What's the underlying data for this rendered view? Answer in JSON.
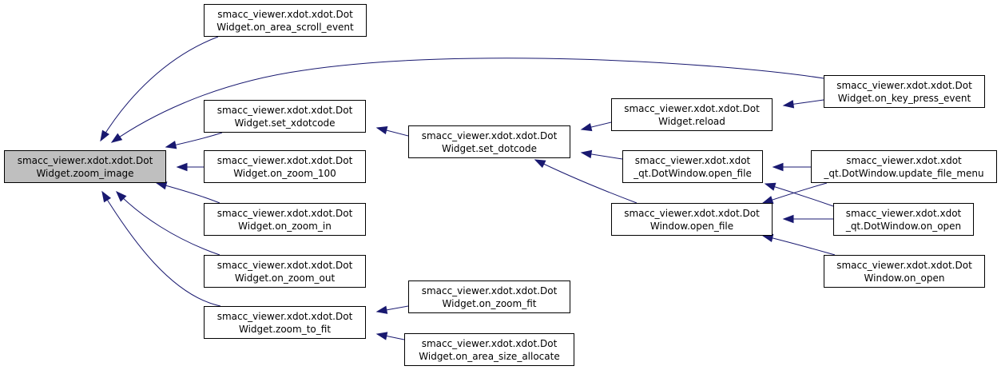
{
  "colors": {
    "edge": "#191970",
    "root_fill": "#bfbfbf",
    "node_fill": "#ffffff"
  },
  "nodes": {
    "zoom_image": [
      "smacc_viewer.xdot.xdot.Dot",
      "Widget.zoom_image"
    ],
    "on_area_scroll_event": [
      "smacc_viewer.xdot.xdot.Dot",
      "Widget.on_area_scroll_event"
    ],
    "set_xdotcode": [
      "smacc_viewer.xdot.xdot.Dot",
      "Widget.set_xdotcode"
    ],
    "on_zoom_100": [
      "smacc_viewer.xdot.xdot.Dot",
      "Widget.on_zoom_100"
    ],
    "on_zoom_in": [
      "smacc_viewer.xdot.xdot.Dot",
      "Widget.on_zoom_in"
    ],
    "on_zoom_out": [
      "smacc_viewer.xdot.xdot.Dot",
      "Widget.on_zoom_out"
    ],
    "zoom_to_fit": [
      "smacc_viewer.xdot.xdot.Dot",
      "Widget.zoom_to_fit"
    ],
    "set_dotcode": [
      "smacc_viewer.xdot.xdot.Dot",
      "Widget.set_dotcode"
    ],
    "on_zoom_fit": [
      "smacc_viewer.xdot.xdot.Dot",
      "Widget.on_zoom_fit"
    ],
    "on_area_size_allocate": [
      "smacc_viewer.xdot.xdot.Dot",
      "Widget.on_area_size_allocate"
    ],
    "reload": [
      "smacc_viewer.xdot.xdot.Dot",
      "Widget.reload"
    ],
    "qt_open_file": [
      "smacc_viewer.xdot.xdot",
      "_qt.DotWindow.open_file"
    ],
    "window_open_file": [
      "smacc_viewer.xdot.xdot.Dot",
      "Window.open_file"
    ],
    "on_key_press_event": [
      "smacc_viewer.xdot.xdot.Dot",
      "Widget.on_key_press_event"
    ],
    "update_file_menu": [
      "smacc_viewer.xdot.xdot",
      "_qt.DotWindow.update_file_menu"
    ],
    "qt_on_open": [
      "smacc_viewer.xdot.xdot",
      "_qt.DotWindow.on_open"
    ],
    "window_on_open": [
      "smacc_viewer.xdot.xdot.Dot",
      "Window.on_open"
    ]
  },
  "edges": [
    [
      "on_area_scroll_event",
      "zoom_image"
    ],
    [
      "on_key_press_event",
      "zoom_image"
    ],
    [
      "set_xdotcode",
      "zoom_image"
    ],
    [
      "on_zoom_100",
      "zoom_image"
    ],
    [
      "on_zoom_in",
      "zoom_image"
    ],
    [
      "on_zoom_out",
      "zoom_image"
    ],
    [
      "zoom_to_fit",
      "zoom_image"
    ],
    [
      "set_dotcode",
      "set_xdotcode"
    ],
    [
      "on_zoom_fit",
      "zoom_to_fit"
    ],
    [
      "on_area_size_allocate",
      "zoom_to_fit"
    ],
    [
      "reload",
      "set_dotcode"
    ],
    [
      "qt_open_file",
      "set_dotcode"
    ],
    [
      "window_open_file",
      "set_dotcode"
    ],
    [
      "on_key_press_event",
      "reload"
    ],
    [
      "update_file_menu",
      "qt_open_file"
    ],
    [
      "qt_on_open",
      "qt_open_file"
    ],
    [
      "update_file_menu",
      "window_open_file"
    ],
    [
      "qt_on_open",
      "window_open_file"
    ],
    [
      "window_on_open",
      "window_open_file"
    ]
  ]
}
